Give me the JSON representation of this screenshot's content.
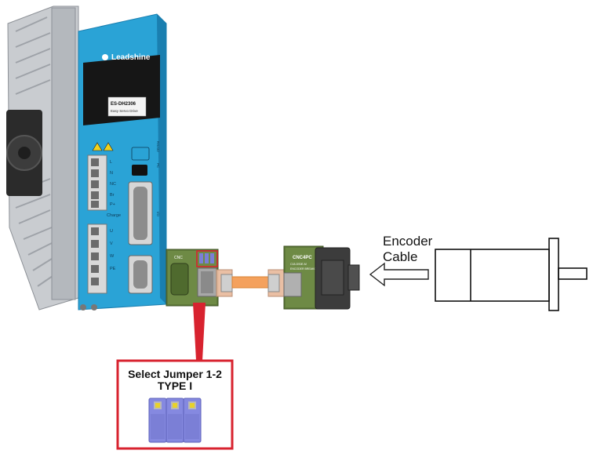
{
  "drive": {
    "brand": "Leadshine",
    "model_label": "ES-DH2306",
    "model_sub": "Easy Servo Drive",
    "power_labels": [
      "L",
      "N",
      "NC",
      "Br",
      "P+"
    ],
    "charge_label": "Charge",
    "motor_labels": [
      "U",
      "V",
      "W",
      "PE"
    ],
    "side_labels": [
      "RS232",
      "PC",
      "I/O"
    ],
    "colors": {
      "body": "#2aa3d6",
      "dark": "#1a7fb0",
      "heatsink": "#c9ccd0",
      "black": "#161616"
    }
  },
  "breakout_board": {
    "label": "CNC"
  },
  "encoder_adapter": {
    "brand": "CNC4PC",
    "label_lines": [
      "C18-DS0E-M",
      "ENCODER BREAKOUT"
    ]
  },
  "encoder_cable": {
    "line1": "Encoder",
    "line2": "Cable",
    "arrow_direction": "left"
  },
  "callout": {
    "title_line1": "Select Jumper 1-2",
    "title_line2": "TYPE I",
    "jumper_count": 3,
    "border_color": "#d8232f",
    "jumper_color": "#7b7fd6"
  },
  "motor": {
    "outline_color": "#111111"
  }
}
